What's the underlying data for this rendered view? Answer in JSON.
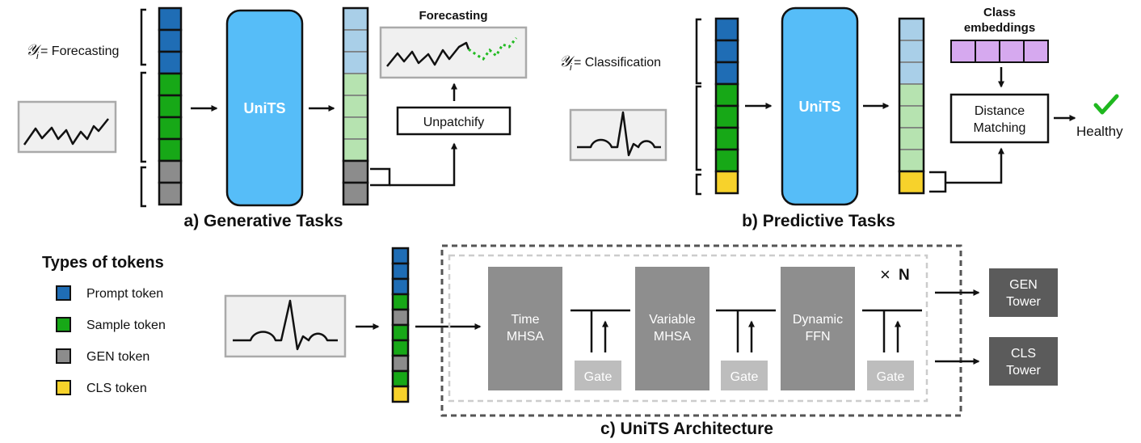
{
  "colors": {
    "prompt": "#1f6db5",
    "sample": "#17a817",
    "gen": "#8c8c8c",
    "cls": "#f7d22b",
    "prompt_light": "#a9cfe8",
    "sample_light": "#b6e3b0",
    "units_fill": "#56bdf8",
    "check": "#1fb81f",
    "block_gray": "#8e8e8e",
    "gate_gray": "#bdbdbd",
    "tower_gray": "#5b5b5b"
  },
  "panel_a": {
    "label_text": " = Forecasting",
    "model": "UniTS",
    "forecast_title": "Forecasting",
    "unpatchify": "Unpatchify",
    "caption": "a) Generative Tasks"
  },
  "panel_b": {
    "label_text": " = Classification",
    "model": "UniTS",
    "class_emb_line1": "Class",
    "class_emb_line2": "embeddings",
    "distance_line1": "Distance",
    "distance_line2": "Matching",
    "result": "Healthy",
    "caption": "b) Predictive Tasks"
  },
  "legend": {
    "title": "Types of tokens",
    "items": [
      {
        "label": "Prompt token",
        "color_key": "prompt"
      },
      {
        "label": "Sample token",
        "color_key": "sample"
      },
      {
        "label": "GEN token",
        "color_key": "gen"
      },
      {
        "label": "CLS token",
        "color_key": "cls"
      }
    ]
  },
  "panel_c": {
    "blocks": [
      {
        "line1": "Time",
        "line2": "MHSA"
      },
      {
        "line1": "Variable",
        "line2": "MHSA"
      },
      {
        "line1": "Dynamic",
        "line2": "FFN"
      }
    ],
    "gate": "Gate",
    "repeat_times": "×",
    "repeat_n": "N",
    "towers": [
      {
        "line1": "GEN",
        "line2": "Tower"
      },
      {
        "line1": "CLS",
        "line2": "Tower"
      }
    ],
    "caption": "c) UniTS Architecture"
  }
}
